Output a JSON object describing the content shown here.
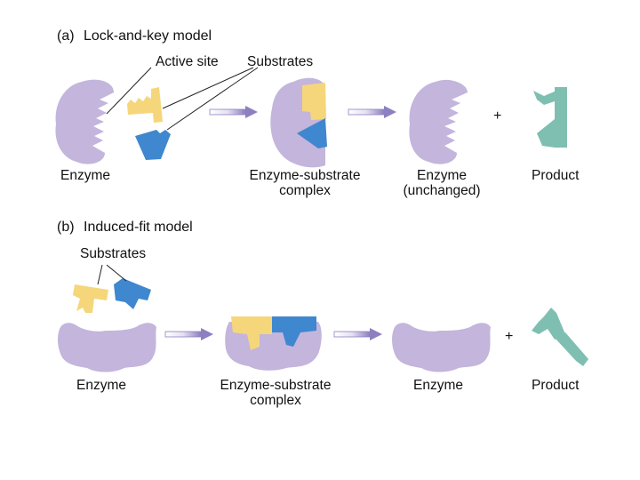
{
  "colors": {
    "enzyme": "#c3b5dc",
    "substrate_yellow": "#f6d67a",
    "substrate_blue": "#3f87cf",
    "product": "#7ebfb1",
    "arrow_start": "#ffffff",
    "arrow_end": "#8d7fc0"
  },
  "panel_a": {
    "heading_letter": "(a)",
    "heading": "Lock-and-key model",
    "callout_active_site": "Active site",
    "callout_substrates": "Substrates",
    "label_enzyme": "Enzyme",
    "label_complex_line1": "Enzyme-substrate",
    "label_complex_line2": "complex",
    "label_enzyme_after_line1": "Enzyme",
    "label_enzyme_after_line2": "(unchanged)",
    "plus": "+",
    "label_product": "Product"
  },
  "panel_b": {
    "heading_letter": "(b)",
    "heading": "Induced-fit model",
    "callout_substrates": "Substrates",
    "label_enzyme": "Enzyme",
    "label_complex_line1": "Enzyme-substrate",
    "label_complex_line2": "complex",
    "label_enzyme_after": "Enzyme",
    "plus": "+",
    "label_product": "Product"
  }
}
